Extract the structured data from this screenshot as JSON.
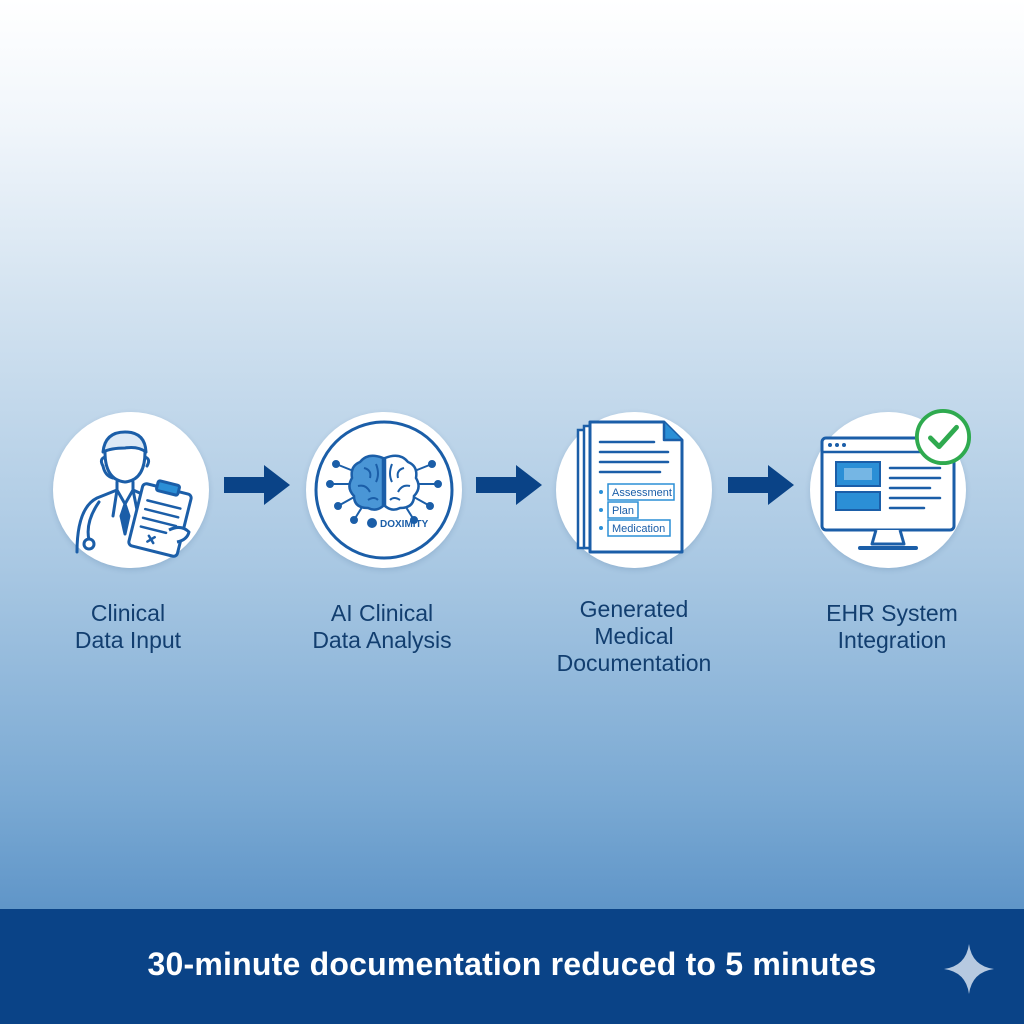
{
  "steps": [
    {
      "icon": "doctor-clipboard-icon",
      "label_lines": [
        "Clinical",
        "Data Input"
      ]
    },
    {
      "icon": "brain-network-icon",
      "logo_text": "DOXIMITY",
      "label_lines": [
        "AI Clinical",
        "Data Analysis"
      ]
    },
    {
      "icon": "document-icon",
      "items": [
        "Assessment",
        "Plan",
        "Medication"
      ],
      "label_lines": [
        "Generated",
        "Medical",
        "Documentation"
      ]
    },
    {
      "icon": "monitor-check-icon",
      "label_lines": [
        "EHR System",
        "Integration"
      ]
    }
  ],
  "footer": {
    "text": "30-minute documentation reduced to 5 minutes"
  },
  "colors": {
    "navy": "#0a4387",
    "icon_blue": "#1b5ea8",
    "accent_blue": "#2b8fd6",
    "check_green": "#2faa4f",
    "label_text": "#123e6f"
  }
}
